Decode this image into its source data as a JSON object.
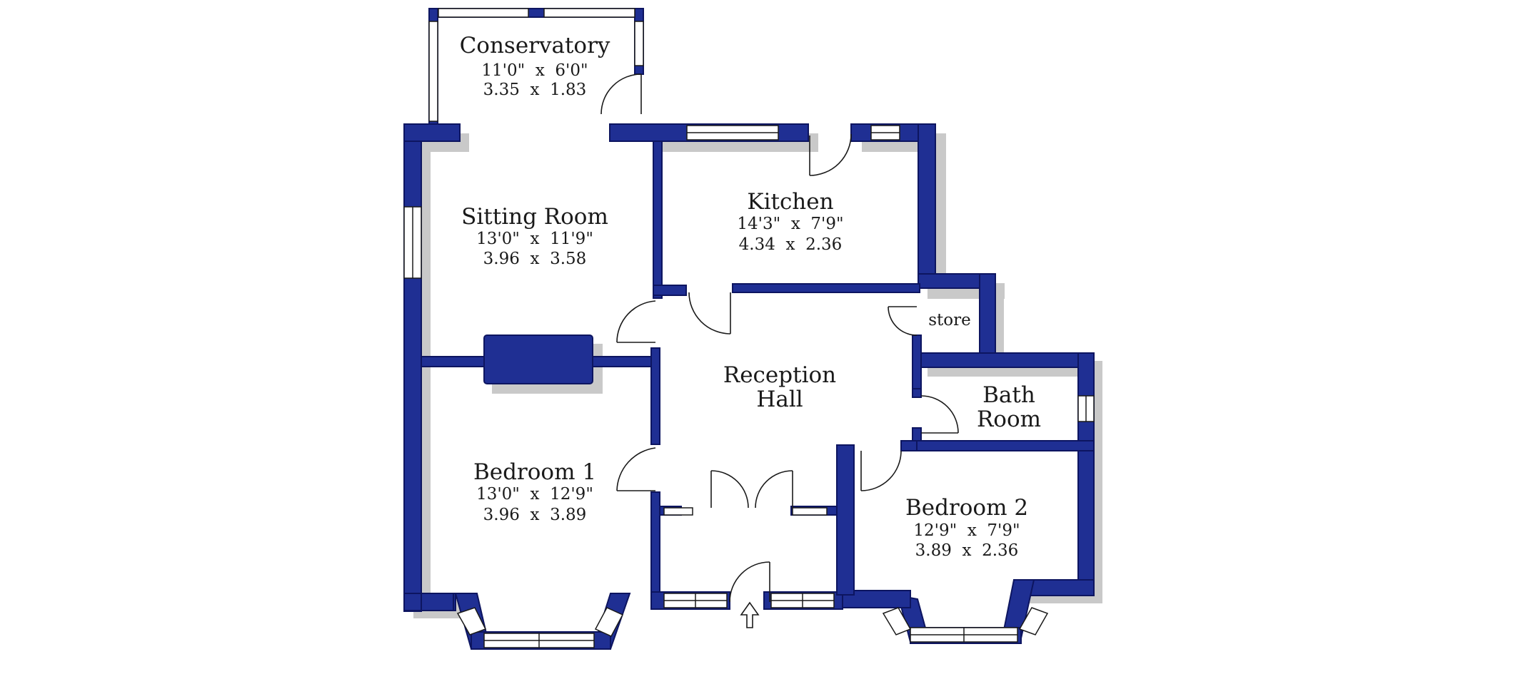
{
  "rooms": {
    "conservatory": {
      "name": "Conservatory",
      "imperial": "11'0\"  x  6'0\"",
      "metric": "3.35  x  1.83"
    },
    "sitting_room": {
      "name": "Sitting Room",
      "imperial": "13'0\"  x  11'9\"",
      "metric": "3.96  x  3.58"
    },
    "kitchen": {
      "name": "Kitchen",
      "imperial": "14'3\"  x  7'9\"",
      "metric": "4.34  x  2.36"
    },
    "store": {
      "name": "store"
    },
    "reception_hall": {
      "name_line1": "Reception",
      "name_line2": "Hall"
    },
    "bath_room": {
      "name_line1": "Bath",
      "name_line2": "Room"
    },
    "bedroom_1": {
      "name": "Bedroom 1",
      "imperial": "13'0\"  x  12'9\"",
      "metric": "3.96  x  3.89"
    },
    "bedroom_2": {
      "name": "Bedroom 2",
      "imperial": "12'9\"  x  7'9\"",
      "metric": "3.89  x  2.36"
    }
  },
  "colors": {
    "wall": "#1f2f93",
    "wall_edge": "#0d1560",
    "shadow": "#c9c9c9"
  },
  "icons": {
    "entrance": "up-arrow-icon"
  }
}
